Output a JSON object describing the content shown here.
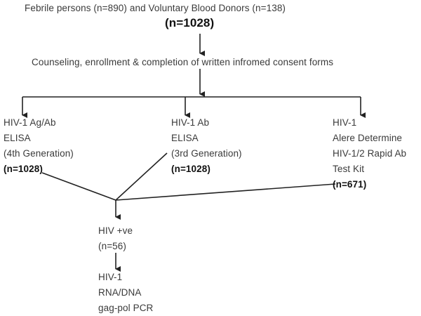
{
  "top": {
    "line1": "Febrile persons (n=890) and Voluntary Blood Donors (n=138)",
    "total": "(n=1028)"
  },
  "consent": "Counseling, enrollment & completion of written infromed consent forms",
  "branches": {
    "elisa4": {
      "lines": [
        "HIV-1 Ag/Ab",
        "ELISA",
        "(4th Generation)"
      ],
      "n": "(n=1028)"
    },
    "elisa3": {
      "lines": [
        "HIV-1 Ab",
        "ELISA",
        "(3rd Generation)"
      ],
      "n": "(n=1028)"
    },
    "rapid": {
      "lines": [
        "HIV-1",
        "Alere Determine",
        "HIV-1/2 Rapid Ab",
        "Test Kit"
      ],
      "n": "(n=671)"
    }
  },
  "positive": {
    "label": "HIV +ve",
    "n": "(n=56)"
  },
  "pcr": {
    "lines": [
      "HIV-1",
      "RNA/DNA",
      "gag-pol PCR"
    ]
  }
}
